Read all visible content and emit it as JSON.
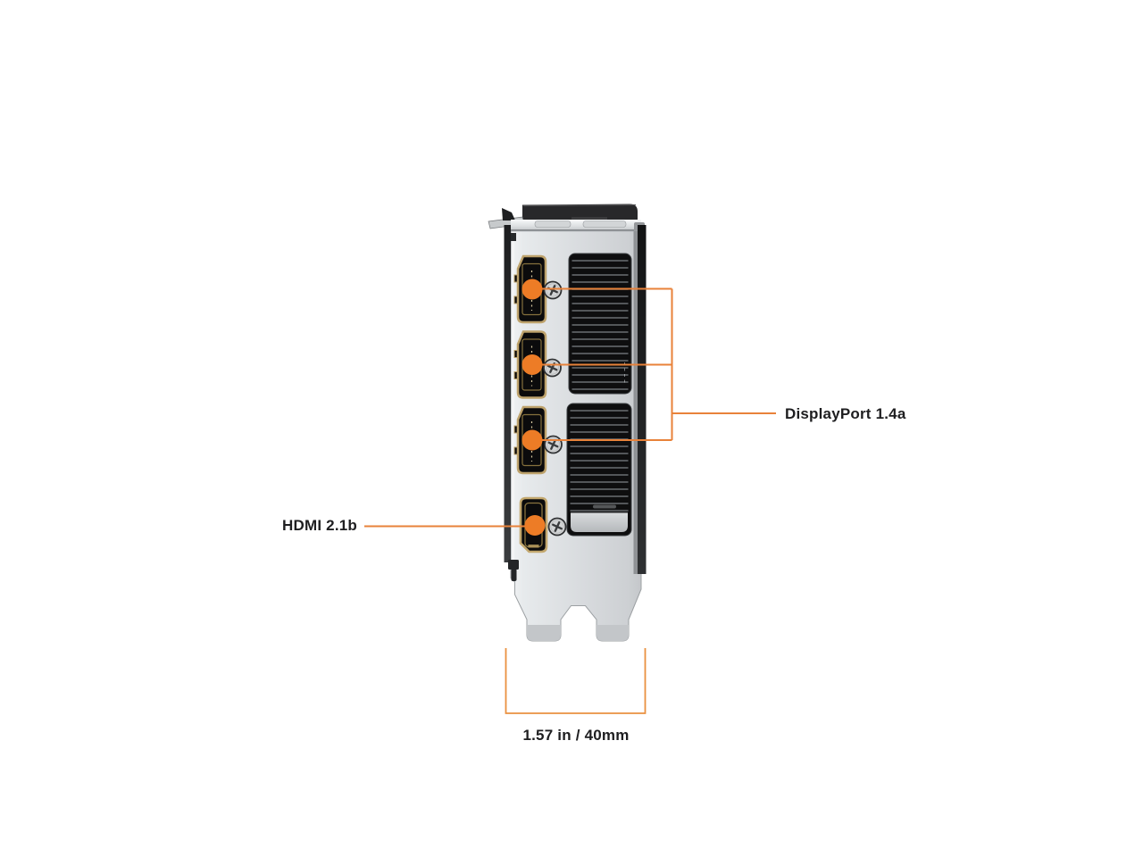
{
  "diagram": {
    "accent_color": "#E8823A",
    "labels": {
      "displayport": "DisplayPort 1.4a",
      "hdmi": "HDMI 2.1b",
      "dimension": "1.57 in / 40mm"
    },
    "port_counts": {
      "displayport": 3,
      "hdmi": 1
    },
    "screw_count": 4
  }
}
